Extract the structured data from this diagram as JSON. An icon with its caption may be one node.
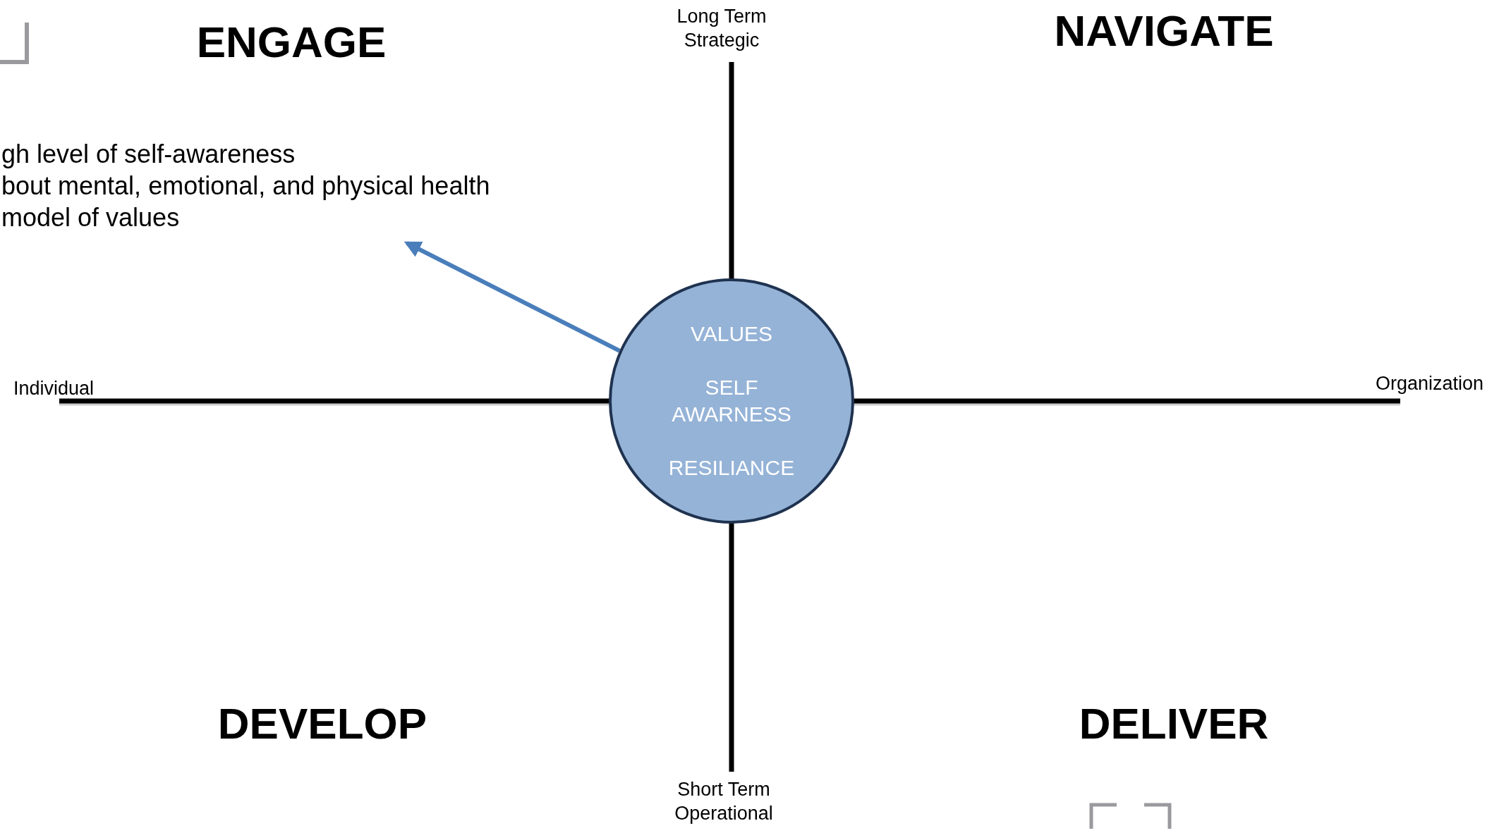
{
  "diagram": {
    "nodes": [
      {
        "text": [
          "gh level of self-awareness",
          "bout mental, emotional, and physical health",
          "model of values"
        ]
      },
      {
        "text": [
          "VALUES",
          "SELF AWARNESS",
          "RESILIANCE"
        ]
      }
    ],
    "edges": [
      {
        "from": 1,
        "to": 0,
        "arrow": "to",
        "color": "#4a7ebb"
      }
    ],
    "labels": [
      "ENGAGE",
      "Long Term Strategic",
      "NAVIGATE",
      "Individual",
      "Organization",
      "DEVELOP",
      "DELIVER",
      "Short Term Operational"
    ]
  }
}
